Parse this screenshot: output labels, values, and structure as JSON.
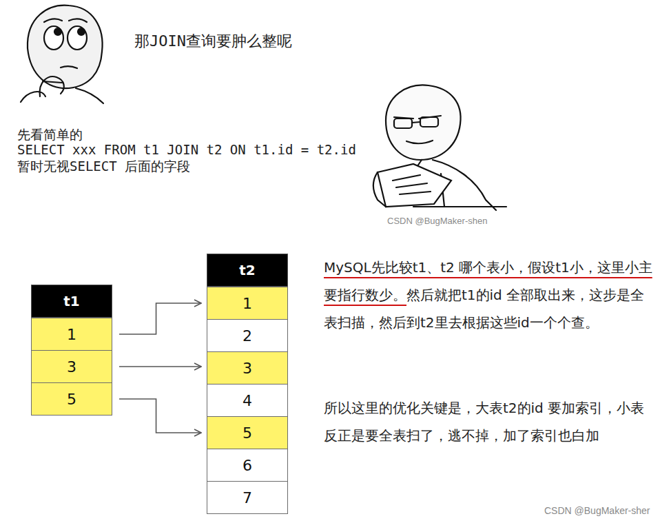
{
  "diagram": {
    "nodes": [
      {
        "text": [
          "t1"
        ]
      },
      {
        "text": [
          "1"
        ],
        "in": 0
      },
      {
        "text": [
          "3"
        ],
        "in": 0
      },
      {
        "text": [
          "5"
        ],
        "in": 0
      },
      {
        "text": [
          "t2"
        ]
      },
      {
        "text": [
          "1"
        ],
        "in": 4
      },
      {
        "text": [
          "2"
        ],
        "in": 4
      },
      {
        "text": [
          "3"
        ],
        "in": 4
      },
      {
        "text": [
          "4"
        ],
        "in": 4
      },
      {
        "text": [
          "5"
        ],
        "in": 4
      },
      {
        "text": [
          "6"
        ],
        "in": 4
      },
      {
        "text": [
          "7"
        ],
        "in": 4
      }
    ],
    "edges": [
      {
        "from": 1,
        "to": 5,
        "arrow": "to"
      },
      {
        "from": 2,
        "to": 7,
        "arrow": "to"
      },
      {
        "from": 3,
        "to": 9,
        "arrow": "to"
      }
    ],
    "labels": [
      "那JOIN查询要肿么整呢",
      "先看简单的",
      "SELECT xxx FROM t1 JOIN t2 ON t1.id = t2.id",
      "暂时无视SELECT 后面的字段",
      "CSDN @BugMaker-shen",
      "MySQL先比较t1、t2 哪个表小，假设t1小，这里小主要指行数少。",
      "然后就把t1的id 全部取出来，这步是全表扫描，然后到t2里去根据这些id一个个查。",
      "所以这里的优化关键是，大表t2的id 要加索引，小表反正是要全表扫了，逃不掉，加了索引也白加",
      "CSDN @BugMaker-sher"
    ]
  }
}
